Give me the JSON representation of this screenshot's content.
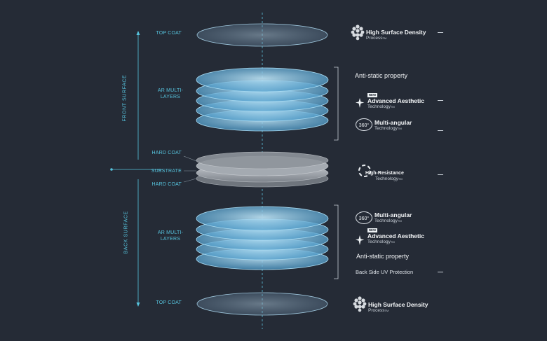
{
  "axis": {
    "front_surface": "FRONT SURFACE",
    "back_surface": "BACK SURFACE"
  },
  "layers": {
    "top_coat_upper": "TOP COAT",
    "ar_upper_line1": "AR MULTI-",
    "ar_upper_line2": "LAYERS",
    "hard_coat_upper": "HARD COAT",
    "substrate": "SUBSTRATE",
    "hard_coat_lower": "HARD COAT",
    "ar_lower_line1": "AR MULTI-",
    "ar_lower_line2": "LAYERS",
    "top_coat_lower": "TOP COAT"
  },
  "features": {
    "hsd_upper": {
      "line1": "High Surface Density",
      "line2": "Process",
      "tm": "TM"
    },
    "antistatic_upper": "Anti-static property",
    "aat_upper": {
      "badge": "NEW",
      "line1": "Advanced Aesthetic",
      "line2": "Technology",
      "tm": "TM"
    },
    "multi_upper": {
      "icon_text": "360°",
      "line1": "Multi-angular",
      "line2": "Technology",
      "tm": "TM"
    },
    "hr": {
      "line1": "High-Resistance",
      "line2": "Technology",
      "tm": "TM"
    },
    "multi_lower": {
      "icon_text": "360°",
      "line1": "Multi-angular",
      "line2": "Technology",
      "tm": "TM"
    },
    "aat_lower": {
      "badge": "NEW",
      "line1": "Advanced Aesthetic",
      "line2": "Technology",
      "tm": "TM"
    },
    "antistatic_lower": "Anti-static property",
    "uv_back": "Back Side UV Protection",
    "hsd_lower": {
      "line1": "High Surface Density",
      "line2": "Process",
      "tm": "TM"
    }
  },
  "colors": {
    "background": "#252b36",
    "accent_cyan": "#56c3dd",
    "ar_layer": "#7fc4ea",
    "substrate": "#b9bfc6"
  }
}
